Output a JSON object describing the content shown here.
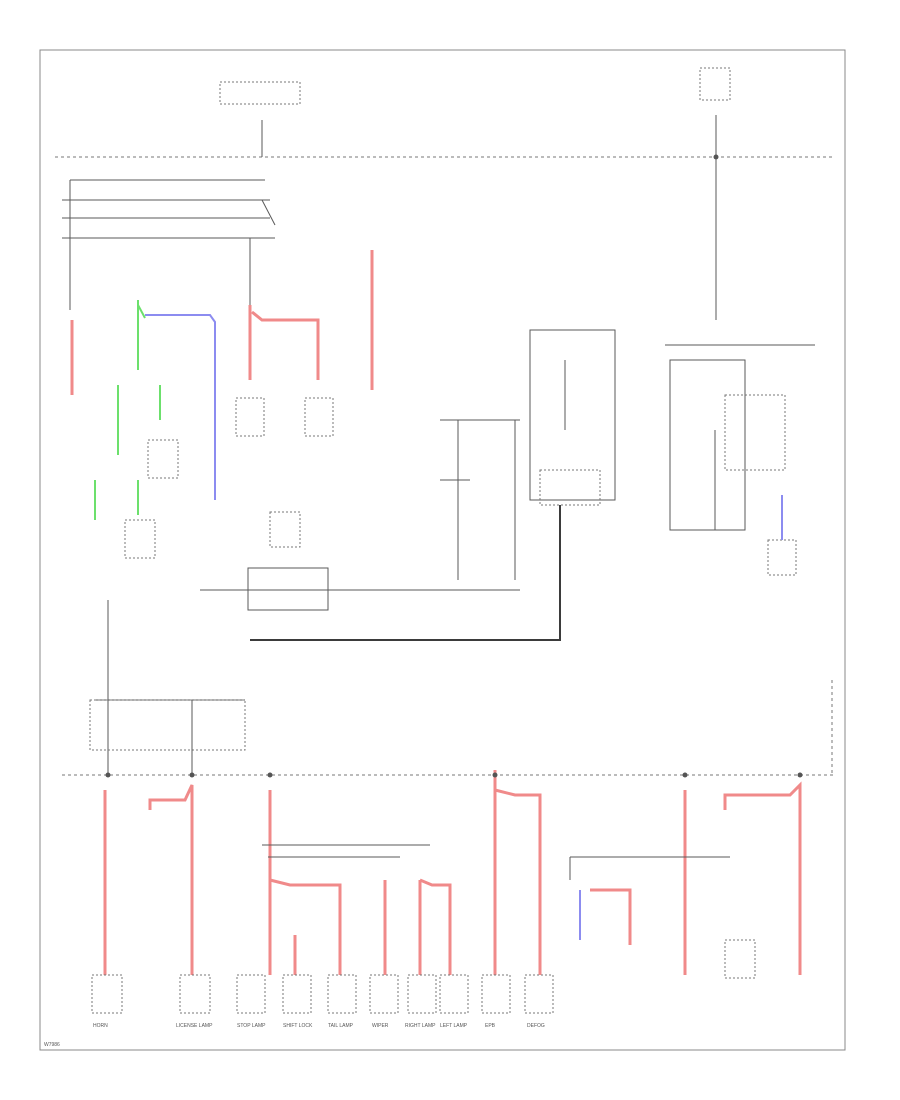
{
  "footer": {
    "diagram_id": "W7986"
  },
  "colors": {
    "red_wire": "#f08a8a",
    "green_wire": "#6ce06c",
    "blue_wire": "#8c8cf0",
    "line": "#5a5a5a",
    "background": "#ffffff"
  },
  "bottom_labels": {
    "horn": "HORN",
    "license_lamp": "LICENSE LAMP",
    "stop_lamp": "STOP LAMP",
    "shift_lock": "SHIFT LOCK",
    "tail_lamp": "TAIL LAMP",
    "wiper": "WIPER",
    "epb": "EPB",
    "defog": "DEFOG",
    "right_lamp": "RIGHT LAMP",
    "left_lamp": "LEFT LAMP"
  }
}
